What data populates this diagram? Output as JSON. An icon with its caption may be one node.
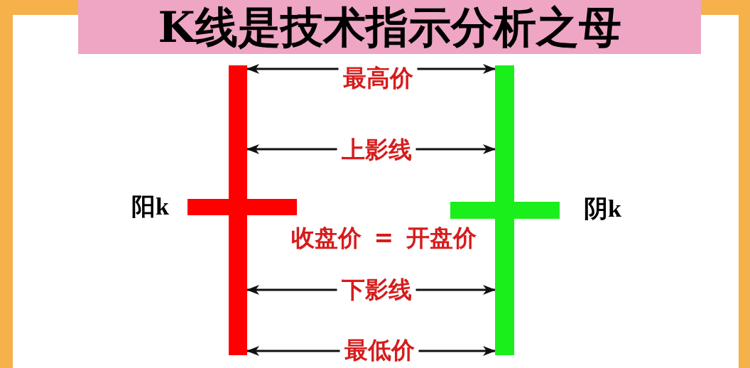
{
  "diagram": {
    "title": "K线是技术指示分析之母",
    "nodes": [
      {
        "text": [],
        "shape": "bar"
      },
      {
        "text": [
          "最高价"
        ]
      },
      {
        "text": [],
        "shape": "bar"
      },
      {
        "text": [
          "上影线"
        ]
      },
      {
        "text": [],
        "shape": "bar",
        "beside": [
          "阳k"
        ]
      },
      {
        "text": [],
        "shape": "bar",
        "beside": [
          "阴k"
        ]
      },
      {
        "text": [
          "下影线"
        ]
      },
      {
        "text": [
          "最低价"
        ]
      }
    ],
    "edges": [
      {
        "from": 1,
        "to": 0,
        "arrow": "to"
      },
      {
        "from": 1,
        "to": 2,
        "arrow": "to"
      },
      {
        "from": 3,
        "to": 0,
        "arrow": "to"
      },
      {
        "from": 3,
        "to": 2,
        "arrow": "to"
      },
      {
        "from": 6,
        "to": 0,
        "arrow": "to"
      },
      {
        "from": 6,
        "to": 2,
        "arrow": "to"
      },
      {
        "from": 7,
        "to": 0,
        "arrow": "to"
      },
      {
        "from": 7,
        "to": 2,
        "arrow": "to"
      }
    ],
    "labels": [
      "收盘价 = 开盘价"
    ]
  }
}
